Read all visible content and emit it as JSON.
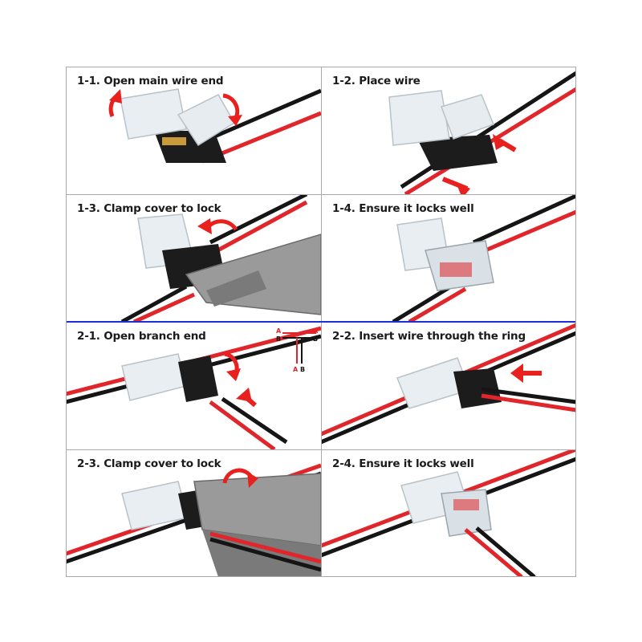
{
  "panels": [
    {
      "id": "1-1",
      "caption": "1-1. Open main wire end"
    },
    {
      "id": "1-2",
      "caption": "1-2. Place wire"
    },
    {
      "id": "1-3",
      "caption": "1-3. Clamp cover to lock"
    },
    {
      "id": "1-4",
      "caption": "1-4. Ensure it locks well"
    },
    {
      "id": "2-1",
      "caption": "2-1. Open branch end"
    },
    {
      "id": "2-2",
      "caption": "2-2. Insert wire through the ring"
    },
    {
      "id": "2-3",
      "caption": "2-3. Clamp cover to lock"
    },
    {
      "id": "2-4",
      "caption": "2-4. Ensure it locks well"
    }
  ],
  "diagram": {
    "top_left_a": "A",
    "top_left_b": "B",
    "top_right_a": "A",
    "top_right_b": "B",
    "bottom_a": "A",
    "bottom_b": "B"
  },
  "colors": {
    "wire_red": "#e0262a",
    "wire_black": "#151515",
    "arrow": "#e8201e",
    "divider_blue": "#1c2fd6",
    "divider_gray": "#a9a9a9"
  }
}
